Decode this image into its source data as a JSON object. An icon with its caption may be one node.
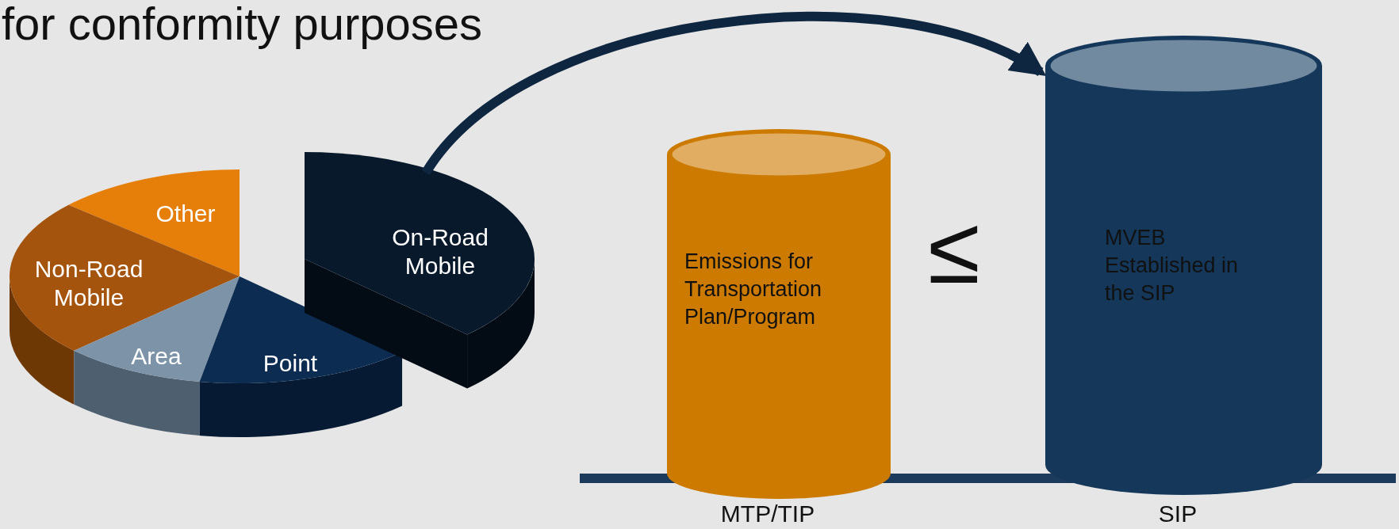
{
  "diagram": {
    "title": "for conformity purposes",
    "nodes": [
      {
        "text": [
          "Other"
        ]
      },
      {
        "text": [
          "Non-Road Mobile"
        ]
      },
      {
        "text": [
          "Area"
        ]
      },
      {
        "text": [
          "Point"
        ]
      },
      {
        "text": [
          "On-Road Mobile"
        ]
      },
      {
        "text": [
          "Emissions for Transportation Plan/Program"
        ],
        "beside": [
          "MTP/TIP"
        ]
      },
      {
        "text": [
          "MVEB Established in the SIP"
        ],
        "beside": [
          "SIP"
        ]
      }
    ],
    "edges": [
      {
        "from": 4,
        "to": 6,
        "arrow": "to"
      }
    ],
    "labels": [
      "≤"
    ]
  }
}
